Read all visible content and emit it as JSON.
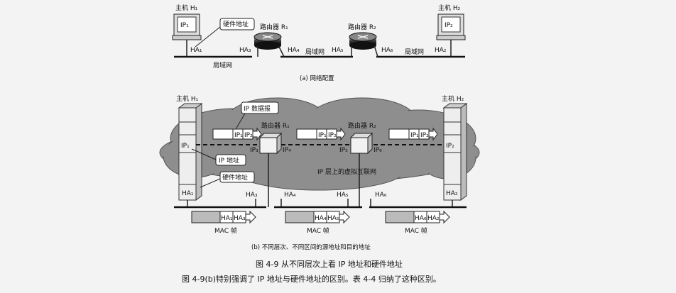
{
  "fig_a": {
    "host1": "主机 H₁",
    "host2": "主机 H₂",
    "ip1": "IP₁",
    "ip2": "IP₂",
    "hw_callout": "硬件地址",
    "router1": "路由器 R₁",
    "router2": "路由器 R₂",
    "ha1": "HA₁",
    "ha2": "HA₂",
    "ha3": "HA₃",
    "ha4": "HA₄",
    "ha5": "HA₅",
    "ha6": "HA₆",
    "lan1": "局域网",
    "lan2": "局域网",
    "lan3": "局域网",
    "caption": "(a) 网络配置"
  },
  "fig_b": {
    "host1": "主机 H₁",
    "host2": "主机 H₂",
    "ip_datagram": "IP 数据报",
    "router1": "路由器 R₁",
    "router2": "路由器 R₂",
    "ip1": "IP₁",
    "ip2": "IP₂",
    "ip3": "IP₃",
    "ip4": "IP₄",
    "ip5": "IP₅",
    "ip6": "IP₆",
    "pkt_src": "IP₁",
    "pkt_dst": "IP₂",
    "ip_addr_callout": "IP 地址",
    "hw_addr_callout": "硬件地址",
    "virtual_net": "IP 层上的虚拟互联网",
    "ha1": "HA₁",
    "ha2": "HA₂",
    "ha3": "HA₃",
    "ha4": "HA₄",
    "ha5": "HA₅",
    "ha6": "HA₆",
    "frame1": [
      "HA₁",
      "HA₃"
    ],
    "frame2": [
      "HA₄",
      "HA₅"
    ],
    "frame3": [
      "HA₆",
      "HA₂"
    ],
    "mac_frame": "MAC 帧",
    "caption": "(b) 不同层次、不同区间的源地址和目的地址"
  },
  "figure_title": "图 4-9   从不同层次上看 IP 地址和硬件地址",
  "body_text": "图 4-9(b)特别强调了 IP 地址与硬件地址的区别。表 4-4 归纳了这种区别。"
}
